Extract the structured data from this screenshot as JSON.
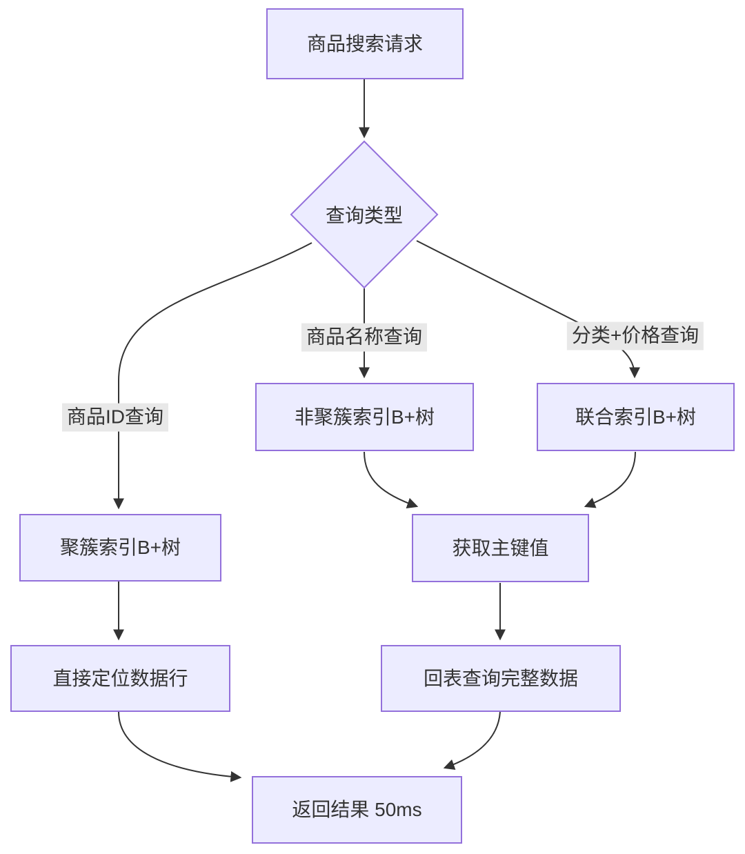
{
  "diagram": {
    "type": "flowchart",
    "direction": "top-down",
    "title_none_shown": "",
    "colors": {
      "node_fill": "#ECECFF",
      "node_border": "#9370DB",
      "edge_stroke": "#333333",
      "edge_label_bg": "#e8e8e8",
      "text": "#333333",
      "background": "#ffffff"
    },
    "nodes": [
      {
        "id": "start",
        "shape": "rect",
        "label": "商品搜索请求"
      },
      {
        "id": "query-type",
        "shape": "diamond",
        "label": "查询类型"
      },
      {
        "id": "secondary-index",
        "shape": "rect",
        "label": "非聚簇索引B+树"
      },
      {
        "id": "composite-index",
        "shape": "rect",
        "label": "联合索引B+树"
      },
      {
        "id": "clustered-index",
        "shape": "rect",
        "label": "聚簇索引B+树"
      },
      {
        "id": "get-pk",
        "shape": "rect",
        "label": "获取主键值"
      },
      {
        "id": "locate-row",
        "shape": "rect",
        "label": "直接定位数据行"
      },
      {
        "id": "back-to-table",
        "shape": "rect",
        "label": "回表查询完整数据"
      },
      {
        "id": "result",
        "shape": "rect",
        "label": "返回结果 50ms"
      }
    ],
    "edges": [
      {
        "from": "start",
        "to": "query-type",
        "label": ""
      },
      {
        "from": "query-type",
        "to": "clustered-index",
        "label": "商品ID查询"
      },
      {
        "from": "query-type",
        "to": "secondary-index",
        "label": "商品名称查询"
      },
      {
        "from": "query-type",
        "to": "composite-index",
        "label": "分类+价格查询"
      },
      {
        "from": "secondary-index",
        "to": "get-pk",
        "label": ""
      },
      {
        "from": "composite-index",
        "to": "get-pk",
        "label": ""
      },
      {
        "from": "clustered-index",
        "to": "locate-row",
        "label": ""
      },
      {
        "from": "get-pk",
        "to": "back-to-table",
        "label": ""
      },
      {
        "from": "locate-row",
        "to": "result",
        "label": ""
      },
      {
        "from": "back-to-table",
        "to": "result",
        "label": ""
      }
    ]
  }
}
